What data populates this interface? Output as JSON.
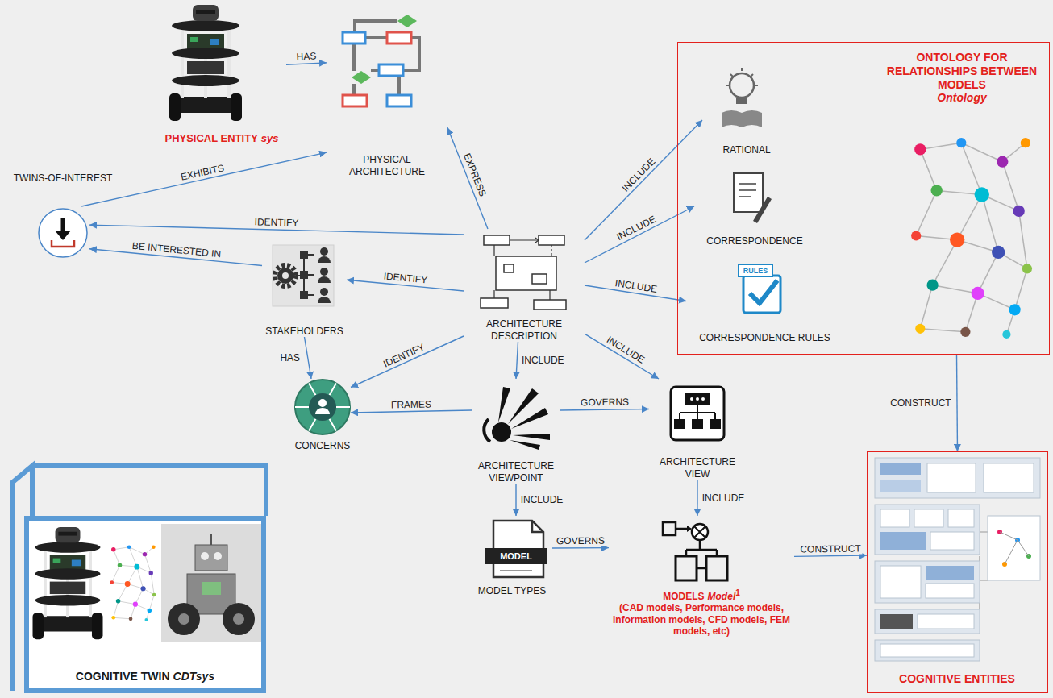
{
  "diagram": {
    "nodes": [
      {
        "text": [
          "PHYSICAL ENTITY",
          "sys"
        ]
      },
      {
        "text": [
          "PHYSICAL ARCHITECTURE"
        ]
      },
      {
        "text": [
          "TWINS-OF-INTEREST"
        ]
      },
      {
        "text": [
          "STAKEHOLDERS"
        ]
      },
      {
        "text": [
          "ARCHITECTURE DESCRIPTION"
        ]
      },
      {
        "text": [
          "ONTOLOGY FOR RELATIONSHIPS BETWEEN MODELS",
          "Ontology"
        ]
      },
      {
        "text": [
          "RATIONAL"
        ],
        "in": 5
      },
      {
        "text": [
          "CORRESPONDENCE"
        ],
        "in": 5
      },
      {
        "text": [
          "CORRESPONDENCE RULES"
        ],
        "in": 5
      },
      {
        "text": [
          "CONCERNS"
        ]
      },
      {
        "text": [
          "ARCHITECTURE VIEWPOINT"
        ]
      },
      {
        "text": [
          "ARCHITECTURE VIEW"
        ]
      },
      {
        "text": [
          "MODEL TYPES"
        ]
      },
      {
        "text": [
          "MODELS",
          "Model",
          "1",
          "(CAD models, Performance models, Information models, CFD models, FEM models, etc)"
        ]
      },
      {
        "text": [
          "COGNITIVE ENTITIES"
        ]
      },
      {
        "text": [
          "COGNITIVE TWIN",
          "CDTsys"
        ]
      }
    ],
    "edges": [
      {
        "from": 0,
        "to": 1,
        "arrow": "to",
        "label": "HAS"
      },
      {
        "from": 2,
        "to": 1,
        "arrow": "to",
        "label": "EXHIBITS"
      },
      {
        "from": 4,
        "to": 1,
        "arrow": "to",
        "label": "EXPRESS"
      },
      {
        "from": 4,
        "to": 2,
        "arrow": "to",
        "label": "IDENTIFY"
      },
      {
        "from": 3,
        "to": 2,
        "arrow": "to",
        "label": "BE INTERESTED IN"
      },
      {
        "from": 4,
        "to": 3,
        "arrow": "to",
        "label": "IDENTIFY"
      },
      {
        "from": 4,
        "to": 6,
        "arrow": "to",
        "label": "INCLUDE"
      },
      {
        "from": 4,
        "to": 7,
        "arrow": "to",
        "label": "INCLUDE"
      },
      {
        "from": 4,
        "to": 8,
        "arrow": "to",
        "label": "INCLUDE"
      },
      {
        "from": 3,
        "to": 9,
        "arrow": "to",
        "label": "HAS"
      },
      {
        "from": 4,
        "to": 9,
        "arrow": "to",
        "label": "IDENTIFY"
      },
      {
        "from": 10,
        "to": 9,
        "arrow": "to",
        "label": "FRAMES"
      },
      {
        "from": 4,
        "to": 10,
        "arrow": "to",
        "label": "INCLUDE"
      },
      {
        "from": 4,
        "to": 11,
        "arrow": "to",
        "label": "INCLUDE"
      },
      {
        "from": 10,
        "to": 11,
        "arrow": "to",
        "label": "GOVERNS"
      },
      {
        "from": 10,
        "to": 12,
        "arrow": "to",
        "label": "INCLUDE"
      },
      {
        "from": 12,
        "to": 13,
        "arrow": "to",
        "label": "GOVERNS"
      },
      {
        "from": 11,
        "to": 13,
        "arrow": "to",
        "label": "INCLUDE"
      },
      {
        "from": 5,
        "to": 14,
        "arrow": "to",
        "label": "CONSTRUCT"
      },
      {
        "from": 13,
        "to": 14,
        "arrow": "to",
        "label": "CONSTRUCT"
      }
    ],
    "labels": [
      "MODEL",
      "RULES"
    ]
  }
}
